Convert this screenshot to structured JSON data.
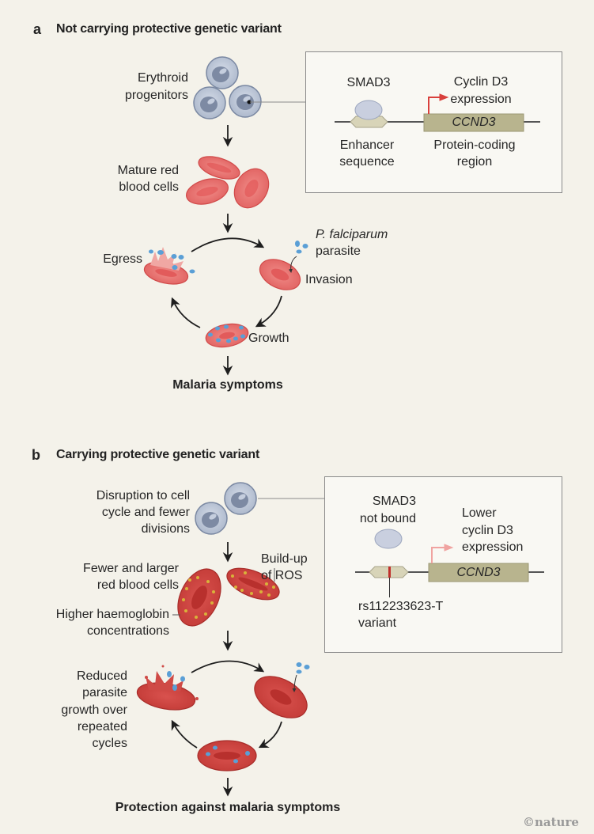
{
  "panel_a": {
    "letter": "a",
    "title": "Not carrying protective genetic variant",
    "labels": {
      "erythroid": "Erythroid progenitors",
      "erythroid_l1": "Erythroid",
      "erythroid_l2": "progenitors",
      "mature_l1": "Mature red",
      "mature_l2": "blood cells",
      "egress": "Egress",
      "parasite_l1": "P. falciparum",
      "parasite_l2": "parasite",
      "invasion": "Invasion",
      "growth": "Growth",
      "outcome": "Malaria symptoms"
    },
    "inset": {
      "smad3": "SMAD3",
      "expr_l1": "Cyclin D3",
      "expr_l2": "expression",
      "gene": "CCND3",
      "enhancer_l1": "Enhancer",
      "enhancer_l2": "sequence",
      "coding_l1": "Protein-coding",
      "coding_l2": "region"
    }
  },
  "panel_b": {
    "letter": "b",
    "title": "Carrying protective genetic variant",
    "labels": {
      "disruption_l1": "Disruption to cell",
      "disruption_l2": "cycle and fewer",
      "disruption_l3": "divisions",
      "fewer_l1": "Fewer and larger",
      "fewer_l2": "red blood cells",
      "ros_l1": "Build-up",
      "ros_l2": "of ROS",
      "hb_l1": "Higher haemoglobin",
      "hb_l2": "concentrations",
      "reduced_l1": "Reduced",
      "reduced_l2": "parasite",
      "reduced_l3": "growth over",
      "reduced_l4": "repeated",
      "reduced_l5": "cycles",
      "outcome": "Protection against malaria symptoms"
    },
    "inset": {
      "smad3_l1": "SMAD3",
      "smad3_l2": "not bound",
      "expr_l1": "Lower",
      "expr_l2": "cyclin D3",
      "expr_l3": "expression",
      "gene": "CCND3",
      "variant_l1": "rs112233623-T",
      "variant_l2": "variant"
    }
  },
  "credit": "©nature",
  "colors": {
    "background": "#f4f2ea",
    "rbc": "#e4686a",
    "rbc_dark": "#c9423f",
    "progenitor": "#b9c4d6",
    "parasite": "#5a9fd6",
    "gene_box": "#b8b48e",
    "arrow_red": "#d9403c",
    "ros_dot": "#d9b23a"
  }
}
